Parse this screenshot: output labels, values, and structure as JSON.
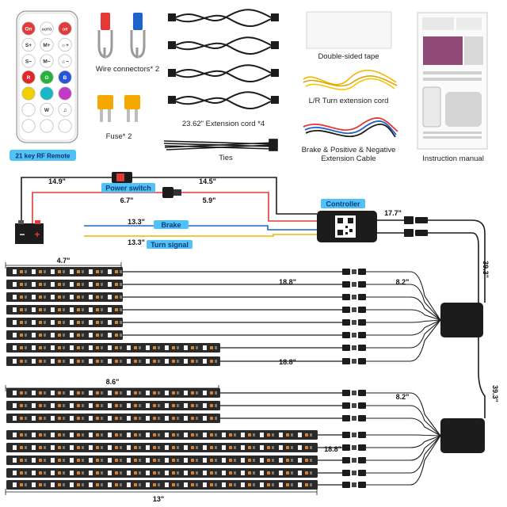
{
  "remote": {
    "caption": "21 key RF Remote",
    "buttons": [
      {
        "label": "On",
        "color": "#e23b3b"
      },
      {
        "label": "AUTO",
        "color": "#ffffff"
      },
      {
        "label": "Off",
        "color": "#e23b3b"
      },
      {
        "label": "S+",
        "color": "#ffffff"
      },
      {
        "label": "M+",
        "color": "#ffffff"
      },
      {
        "label": "☼+",
        "color": "#ffffff"
      },
      {
        "label": "S−",
        "color": "#ffffff"
      },
      {
        "label": "M−",
        "color": "#ffffff"
      },
      {
        "label": "☼−",
        "color": "#ffffff"
      },
      {
        "label": "R",
        "color": "#e02828"
      },
      {
        "label": "G",
        "color": "#25b33b"
      },
      {
        "label": "B",
        "color": "#2a54d6"
      },
      {
        "label": "",
        "color": "#f0d000"
      },
      {
        "label": "",
        "color": "#19b8c8"
      },
      {
        "label": "",
        "color": "#c23bc6"
      },
      {
        "label": "",
        "color": "#ffffff"
      },
      {
        "label": "W",
        "color": "#ffffff"
      },
      {
        "label": "♫",
        "color": "#ffffff"
      },
      {
        "label": "",
        "color": "#ffffff"
      },
      {
        "label": "",
        "color": "#ffffff"
      },
      {
        "label": "",
        "color": "#ffffff"
      }
    ]
  },
  "kit": {
    "wire_connectors": "Wire connectors* 2",
    "fuse": "Fuse* 2",
    "extension_cord": "23.62\" Extension cord *4",
    "ties": "Ties",
    "tape": "Double-sided tape",
    "turn_extension": "L/R Turn extension cord",
    "brake_extension_line1": "Brake & Positive & Negative",
    "brake_extension_line2": "Extension Cable",
    "manual": "Instruction manual"
  },
  "wiring": {
    "power_switch": "Power switch",
    "controller": "Controller",
    "brake": "Brake",
    "turn_signal": "Turn signal",
    "len_battery_switch": "14.9\"",
    "len_switch_controller": "14.5\"",
    "len_fuse_left": "6.7\"",
    "len_fuse_right": "5.9\"",
    "len_brake": "13.3\"",
    "len_turn": "13.3\"",
    "len_controller_out": "17.7\"",
    "len_hub1": "39.3\"",
    "len_hub2": "39.3\""
  },
  "strips": {
    "len_short": "4.7\"",
    "len_medium": "8.6\"",
    "len_long": "13\"",
    "lead_a": "18.8\"",
    "lead_b": "18.8\"",
    "lead_c": "18.8\"",
    "hub_lead_1": "8.2\"",
    "hub_lead_2": "8.2\""
  },
  "colors": {
    "accent_tag": "#4fc3f7",
    "power_red": "#e53935",
    "brake_blue": "#1e63c8",
    "turn_yellow": "#f2b400",
    "strip_dark": "#2a2a2a"
  }
}
